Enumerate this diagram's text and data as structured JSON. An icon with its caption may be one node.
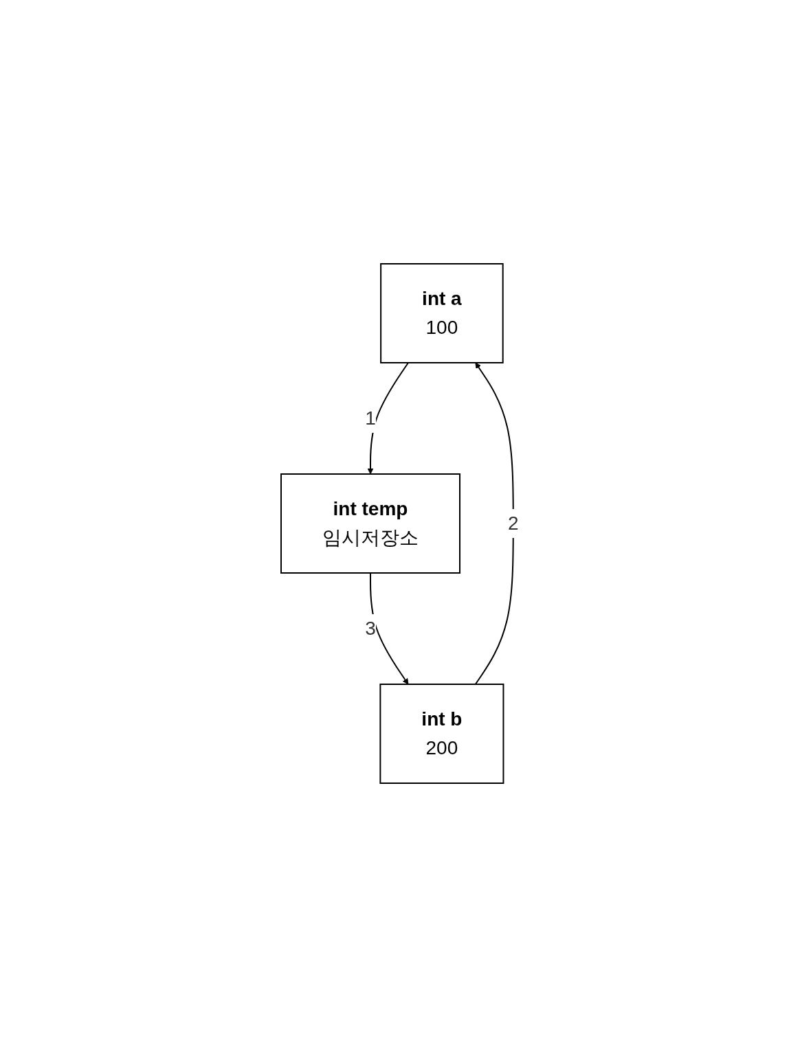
{
  "diagram": {
    "nodes": [
      {
        "text": [
          "int a",
          "100"
        ]
      },
      {
        "text": [
          "int b",
          "200"
        ]
      },
      {
        "text": [
          "int temp",
          "임시저장소"
        ]
      }
    ],
    "edges": [
      {
        "from": 0,
        "to": 2,
        "arrow": "to",
        "label": "1"
      },
      {
        "from": 1,
        "to": 0,
        "arrow": "to",
        "label": "2"
      },
      {
        "from": 2,
        "to": 1,
        "arrow": "to",
        "label": "3"
      }
    ]
  }
}
